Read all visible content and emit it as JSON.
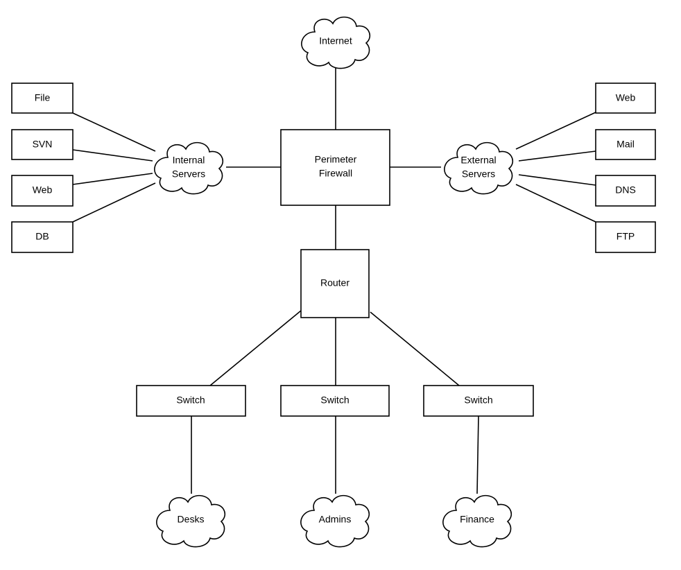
{
  "diagram": {
    "internet": "Internet",
    "firewall": {
      "line1": "Perimeter",
      "line2": "Firewall"
    },
    "internal_servers": {
      "line1": "Internal",
      "line2": "Servers"
    },
    "external_servers": {
      "line1": "External",
      "line2": "Servers"
    },
    "router": "Router",
    "internal_items": [
      "File",
      "SVN",
      "Web",
      "DB"
    ],
    "external_items": [
      "Web",
      "Mail",
      "DNS",
      "FTP"
    ],
    "switches": [
      "Switch",
      "Switch",
      "Switch"
    ],
    "groups": [
      "Desks",
      "Admins",
      "Finance"
    ]
  }
}
